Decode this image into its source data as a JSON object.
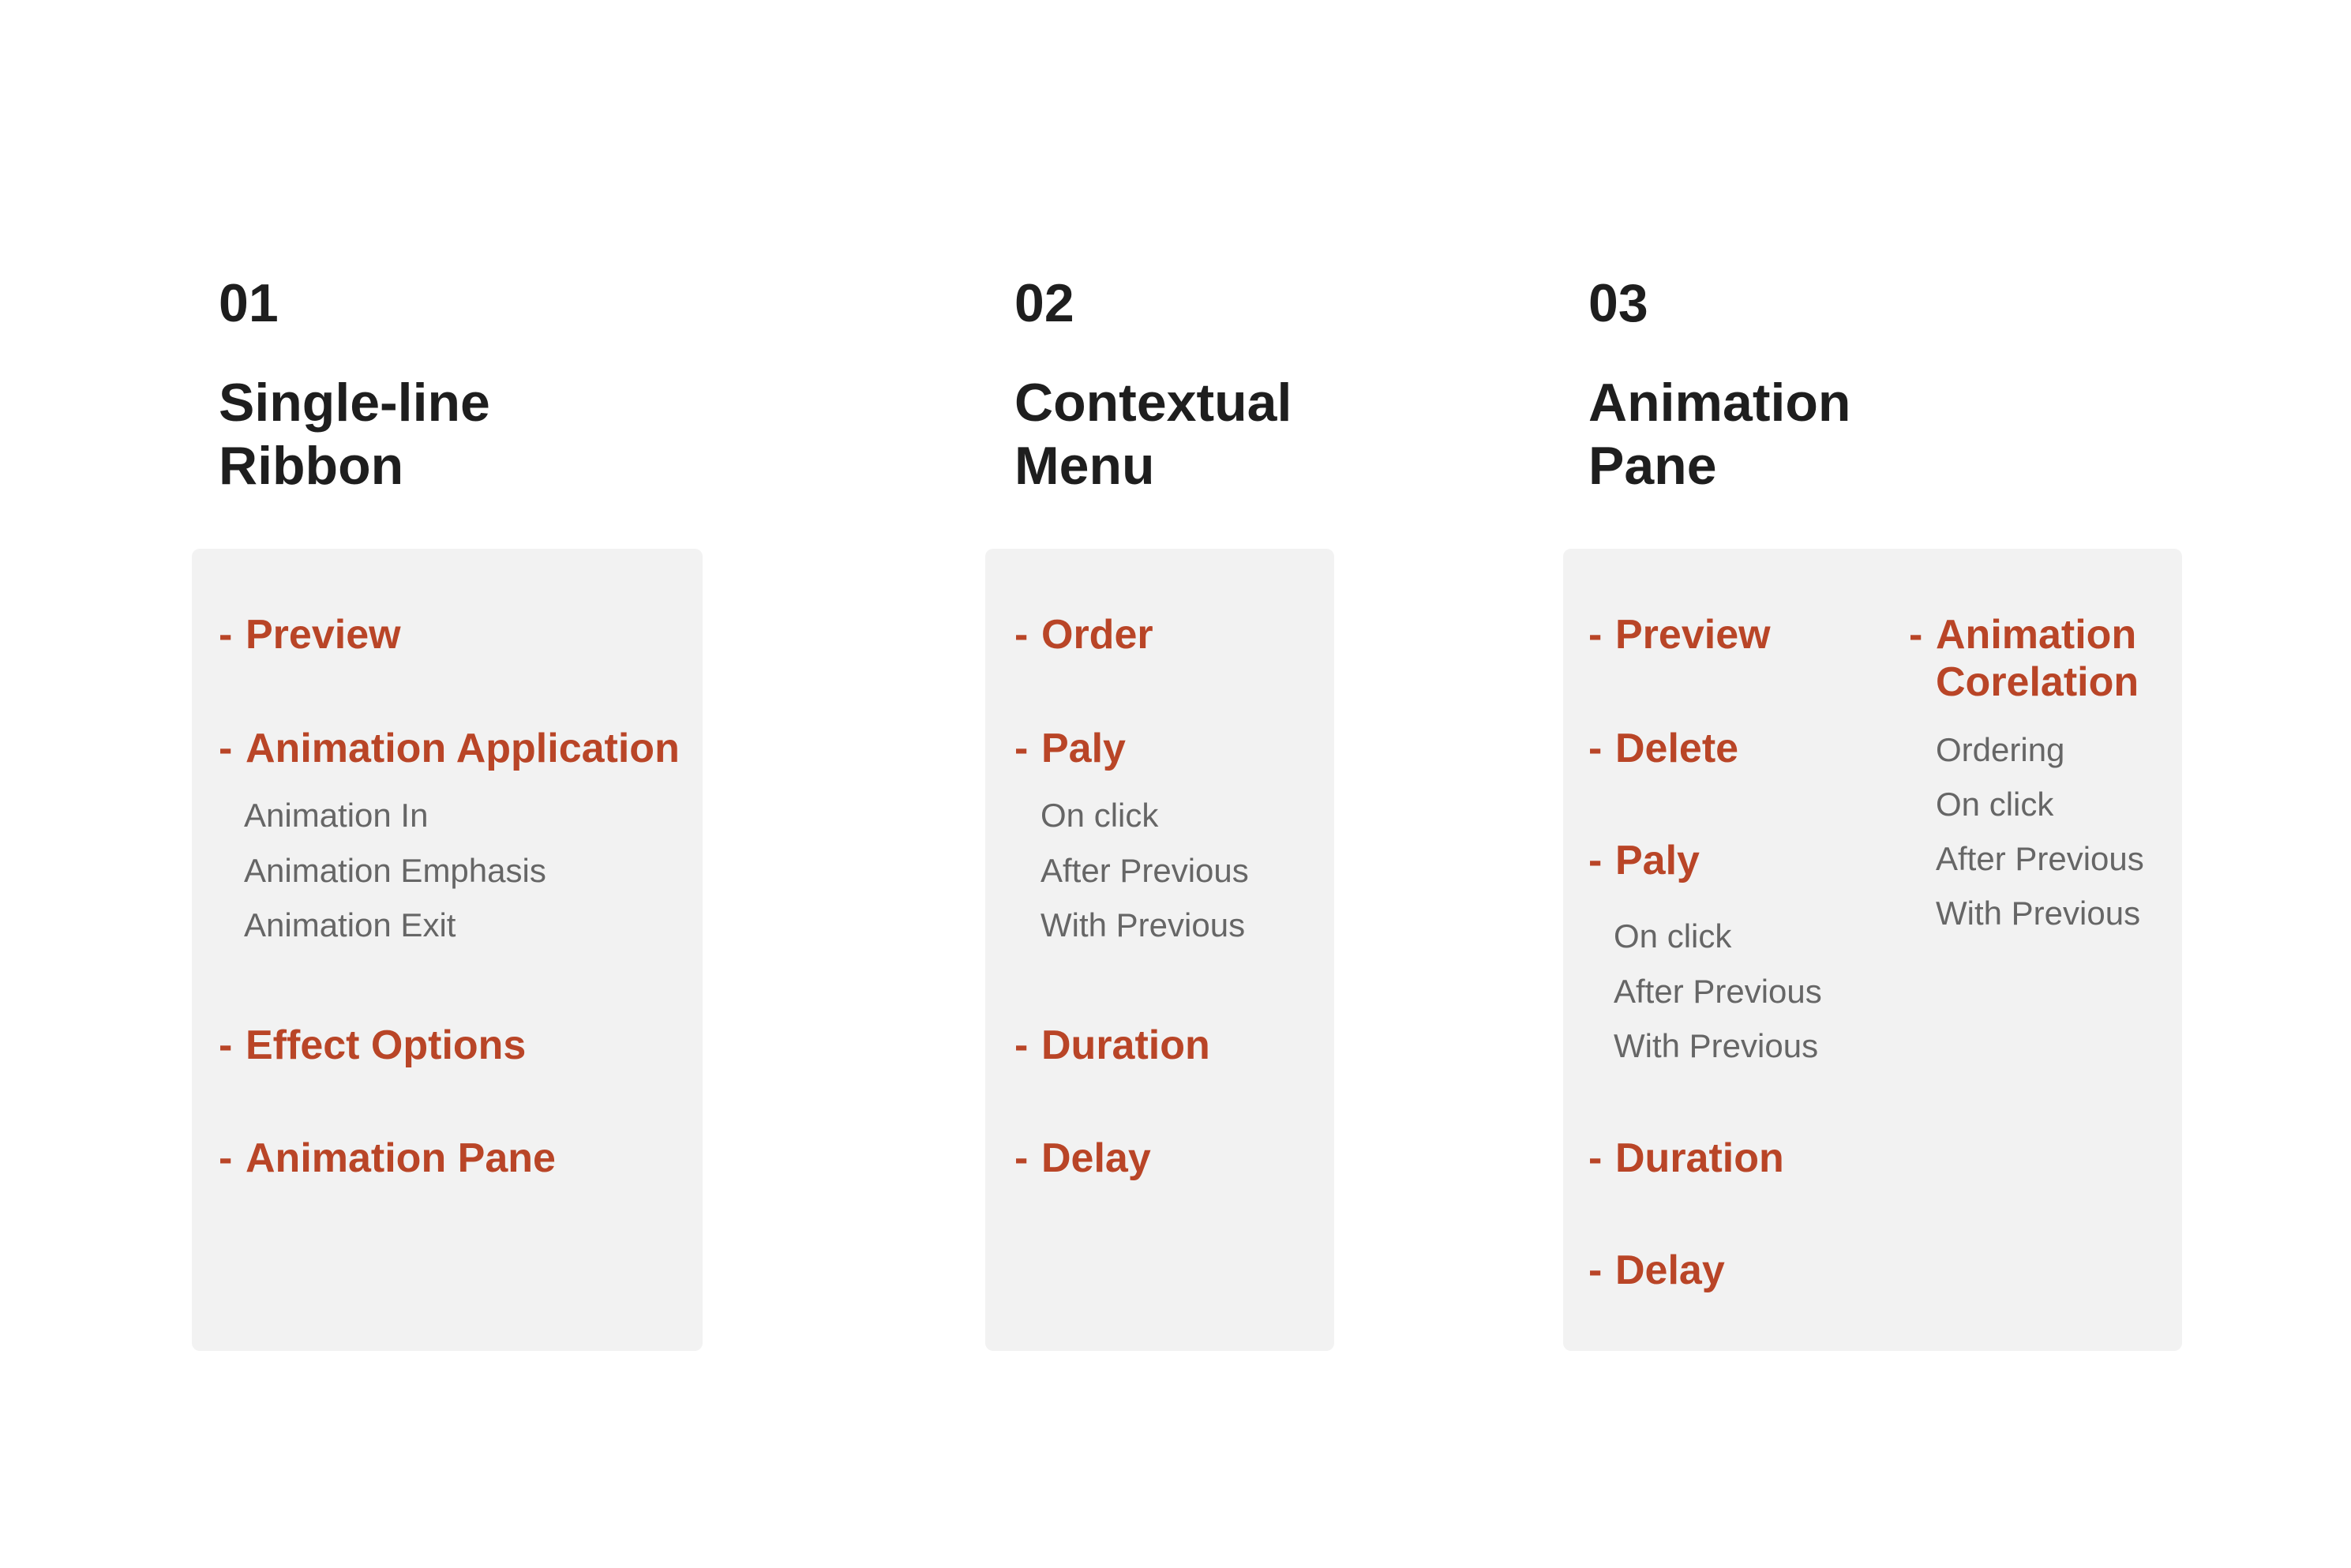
{
  "columns": [
    {
      "number": "01",
      "title_line1": "Single-line",
      "title_line2": "Ribbon",
      "items": {
        "preview": "Preview",
        "animation_application": "Animation Application",
        "animation_in": "Animation In",
        "animation_emphasis": "Animation Emphasis",
        "animation_exit": "Animation Exit",
        "effect_options": "Effect Options",
        "animation_pane": "Animation Pane"
      }
    },
    {
      "number": "02",
      "title_line1": "Contextual",
      "title_line2": "Menu",
      "items": {
        "order": "Order",
        "paly": "Paly",
        "on_click": "On click",
        "after_previous": "After Previous",
        "with_previous": "With Previous",
        "duration": "Duration",
        "delay": "Delay"
      }
    },
    {
      "number": "03",
      "title_line1": "Animation",
      "title_line2": "Pane",
      "items": {
        "preview": "Preview",
        "delete": "Delete",
        "paly": "Paly",
        "on_click": "On click",
        "after_previous": "After Previous",
        "with_previous": "With Previous",
        "duration": "Duration",
        "delay": "Delay",
        "corelation_line1": "Animation",
        "corelation_line2": "Corelation",
        "ordering": "Ordering",
        "c_on_click": "On click",
        "c_after_previous": "After Previous",
        "c_with_previous": "With Previous"
      }
    }
  ],
  "dash": "-",
  "colors": {
    "heading": "#1e1e1e",
    "accent": "#b94527",
    "subtext": "#666666",
    "card": "#f2f2f2"
  }
}
